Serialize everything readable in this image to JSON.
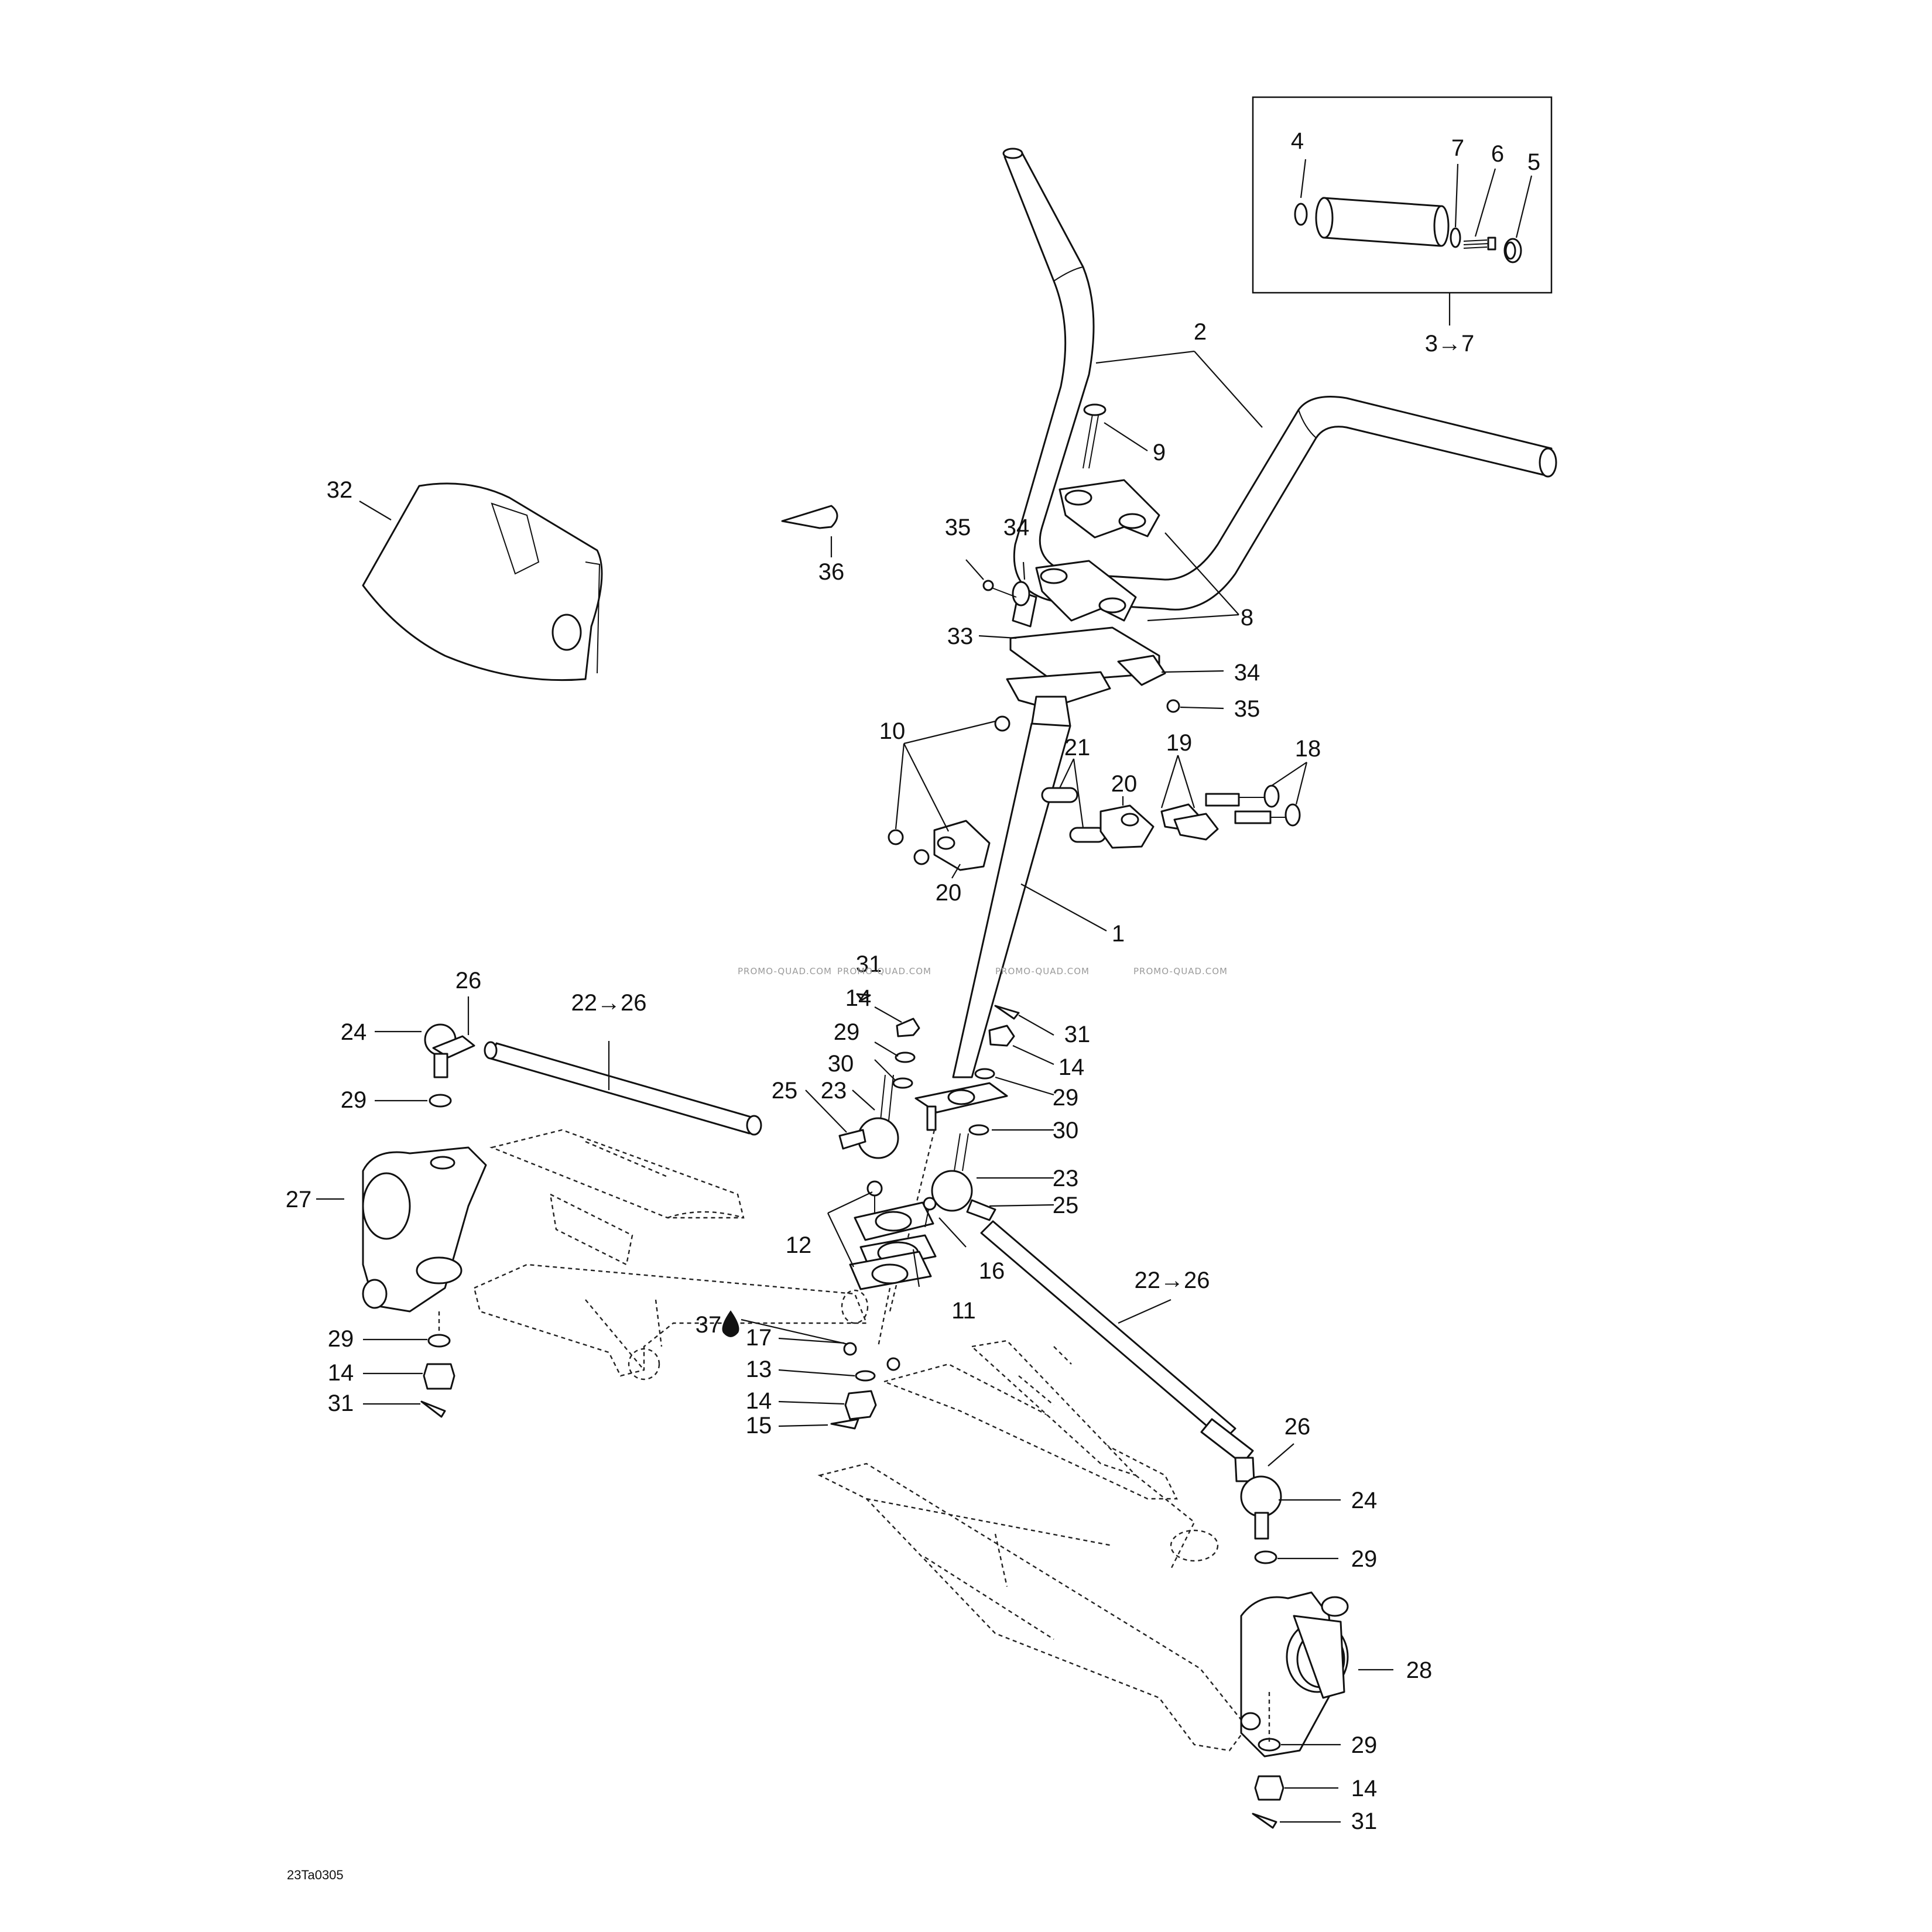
{
  "diagram": {
    "drawing_code": "23Ta0305",
    "watermark": "PROMO-QUAD.COM",
    "callouts": {
      "c1": "1",
      "c2": "2",
      "c3to7": "3→7",
      "c4": "4",
      "c5": "5",
      "c6": "6",
      "c7": "7",
      "c8": "8",
      "c9": "9",
      "c10": "10",
      "c11": "11",
      "c12": "12",
      "c13": "13",
      "c14": "14",
      "c15": "15",
      "c16": "16",
      "c17": "17",
      "c18": "18",
      "c19": "19",
      "c20": "20",
      "c21": "21",
      "c22to26": "22→26",
      "c23": "23",
      "c24": "24",
      "c25": "25",
      "c26": "26",
      "c27": "27",
      "c28": "28",
      "c29": "29",
      "c30": "30",
      "c31": "31",
      "c32": "32",
      "c33": "33",
      "c34": "34",
      "c35": "35",
      "c36": "36",
      "c37": "37"
    }
  }
}
